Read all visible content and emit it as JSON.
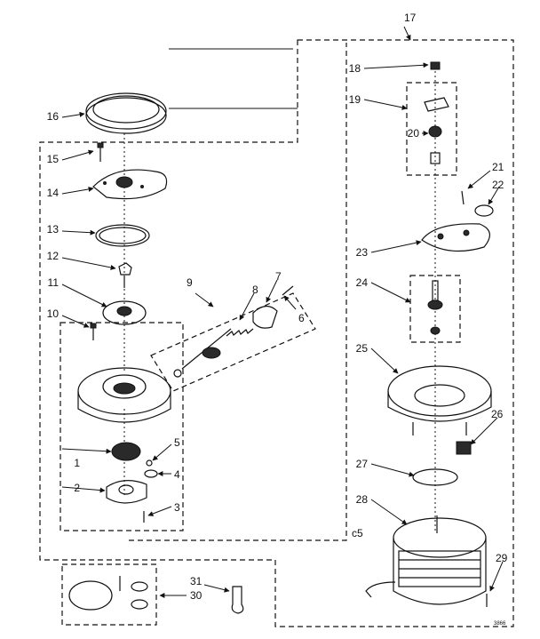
{
  "diagram": {
    "part_numbers": [
      "1",
      "2",
      "3",
      "4",
      "5",
      "6",
      "7",
      "8",
      "9",
      "10",
      "11",
      "12",
      "13",
      "14",
      "15",
      "16",
      "17",
      "18",
      "19",
      "20",
      "21",
      "22",
      "23",
      "24",
      "25",
      "26",
      "27",
      "28",
      "29",
      "30",
      "31"
    ],
    "corner_code": "c5",
    "ref_code": "3866"
  }
}
